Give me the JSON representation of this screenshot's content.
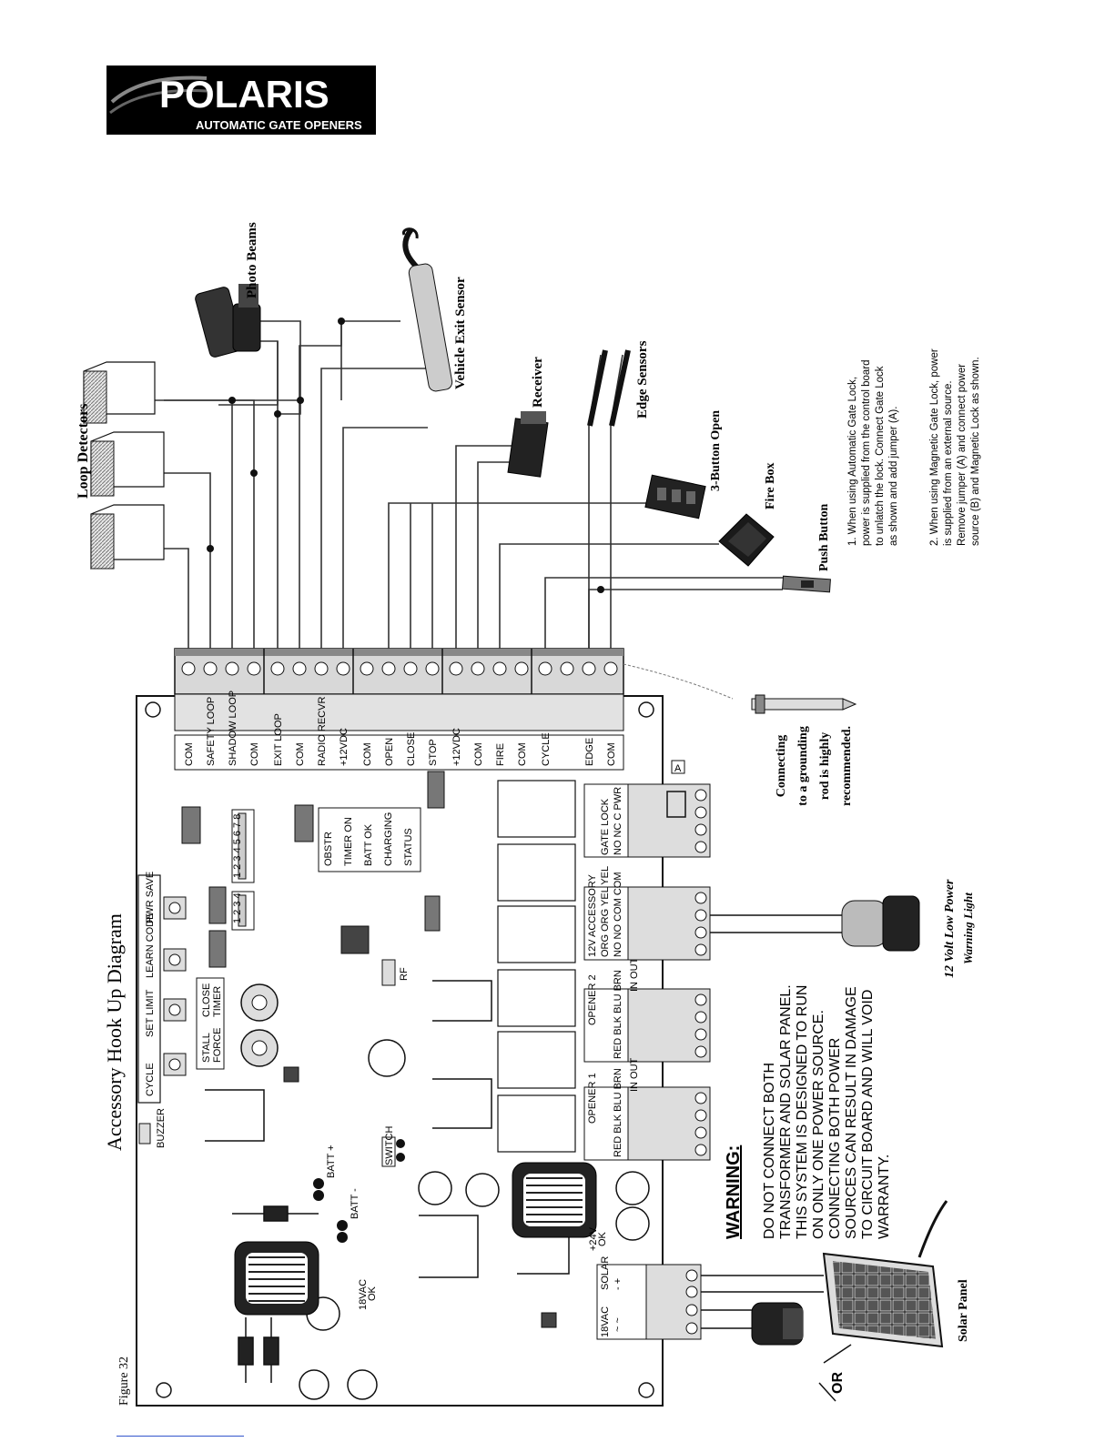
{
  "logo": {
    "brand": "POLARIS",
    "tagline": "AUTOMATIC GATE OPENERS"
  },
  "figure": {
    "number": "Figure 32",
    "title": "Accessory Hook Up Diagram"
  },
  "devices": {
    "loop_detectors": "Loop Detectors",
    "photo_beams": "Photo Beams",
    "vehicle_exit_sensor": "Vehicle Exit Sensor",
    "receiver": "Receiver",
    "edge_sensors": "Edge Sensors",
    "three_button": "3-Button Open",
    "fire_box": "Fire Box",
    "push_button": "Push Button",
    "grounding": [
      "Connecting",
      "to a grounding",
      "rod is highly",
      "recommended."
    ],
    "warning_light": [
      "12 Volt Low Power",
      "Warning Light"
    ],
    "solar_panel": "Solar Panel",
    "or": "OR"
  },
  "terminals": {
    "block1": [
      "COM",
      "SAFETY LOOP",
      "SHADOW LOOP",
      "COM"
    ],
    "block2": [
      "EXIT LOOP",
      "COM",
      "RADIO RECVR",
      "+12VDC"
    ],
    "block3": [
      "COM",
      "OPEN",
      "CLOSE",
      "STOP"
    ],
    "block4": [
      "+12VDC",
      "COM",
      "FIRE",
      "COM"
    ],
    "block5": [
      "CYCLE",
      "EDGE",
      "COM"
    ]
  },
  "board": {
    "buttons": [
      "CYCLE",
      "SET LIMIT",
      "LEARN CODE",
      "PWR SAVE"
    ],
    "buzzer": "BUZZER",
    "stall_force": [
      "STALL",
      "FORCE"
    ],
    "close_timer": [
      "CLOSE",
      "TIMER"
    ],
    "leds": [
      "OBSTR",
      "TIMER ON",
      "BATT OK",
      "CHARGING",
      "STATUS"
    ],
    "dip1_numbers": "1 2 3 4",
    "dip2_numbers": "1 2 3 4 5 6 7 8",
    "rf": "RF",
    "switch": "SWITCH",
    "batt_plus": "BATT +",
    "batt_minus": "BATT -",
    "vac_ok": [
      "18VAC",
      "OK"
    ],
    "v24_ok": [
      "+24V",
      "OK"
    ],
    "solar": [
      "SOLAR",
      "-  +"
    ],
    "vac_term": [
      "18VAC",
      "~  ~"
    ],
    "opener1": [
      "OPENER 1",
      "RED BLK BLU BRN"
    ],
    "opener2": [
      "OPENER 2",
      "RED BLK BLU BRN"
    ],
    "accessory": [
      "12V ACCESSORY",
      "ORG ORG YEL YEL",
      "NO  NO COM COM"
    ],
    "gate_lock": [
      "GATE LOCK",
      "NO  NC  C  PWR"
    ],
    "jumper_a": "A",
    "in_out": "IN OUT"
  },
  "warning": {
    "heading": "WARNING:",
    "lines": [
      "DO NOT CONNECT BOTH",
      "TRANSFORMER AND SOLAR PANEL.",
      "THIS SYSTEM IS DESIGNED TO RUN",
      "ON ONLY ONE POWER SOURCE.",
      "CONNECTING BOTH POWER",
      "SOURCES CAN RESULT IN DAMAGE",
      "TO CIRCUIT BOARD AND WILL VOID",
      "WARRANTY."
    ]
  },
  "notes": [
    [
      "1. When using Automatic Gate Lock,",
      "power is supplied from the control board",
      "to unlatch the lock. Connect Gate Lock",
      "as shown and add jumper (A)."
    ],
    [
      "2. When using Magnetic Gate Lock, power",
      "is supplied from an external source.",
      "Remove jumper (A) and connect power",
      "source (B) and Magnetic Lock as shown."
    ]
  ]
}
